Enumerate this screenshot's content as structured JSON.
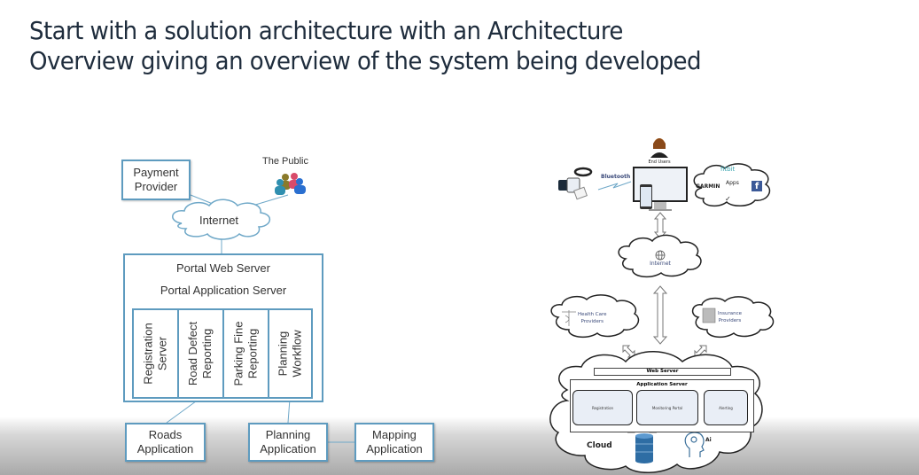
{
  "slide": {
    "title_line1": "Start with a solution architecture with an Architecture",
    "title_line2": "Overview giving an overview of the system being developed"
  },
  "left_diagram": {
    "payment_provider": [
      "Payment",
      "Provider"
    ],
    "the_public": "The Public",
    "internet": "Internet",
    "portal_web_server": "Portal Web Server",
    "portal_app_server": "Portal Application Server",
    "components": [
      [
        "Registration",
        "Server"
      ],
      [
        "Road Defect",
        "Reporting"
      ],
      [
        "Parking Fine",
        "Reporting"
      ],
      [
        "Planning",
        "Workflow"
      ]
    ],
    "roads_app": [
      "Roads",
      "Application"
    ],
    "planning_app": [
      "Planning",
      "Application"
    ],
    "mapping_app": [
      "Mapping",
      "Application"
    ],
    "border_color": "#5e9bbf"
  },
  "right_diagram": {
    "end_users": "End Users",
    "bluetooth": "Bluetooth",
    "apps_cloud": {
      "fitbit": "fitbit",
      "garmin": "GARMIN",
      "apps": "Apps",
      "facebook": "f"
    },
    "internet": "Internet",
    "health_care": [
      "Health Care",
      "Providers"
    ],
    "insurance": [
      "Insurance",
      "Providers"
    ],
    "web_server": "Web Server",
    "app_server": "Application Server",
    "modules": [
      "Registration",
      "Monitoring Portal",
      "Alerting"
    ],
    "cloud_label": "Cloud",
    "ai_label": "Ai",
    "db_color": "#2e6da4"
  }
}
